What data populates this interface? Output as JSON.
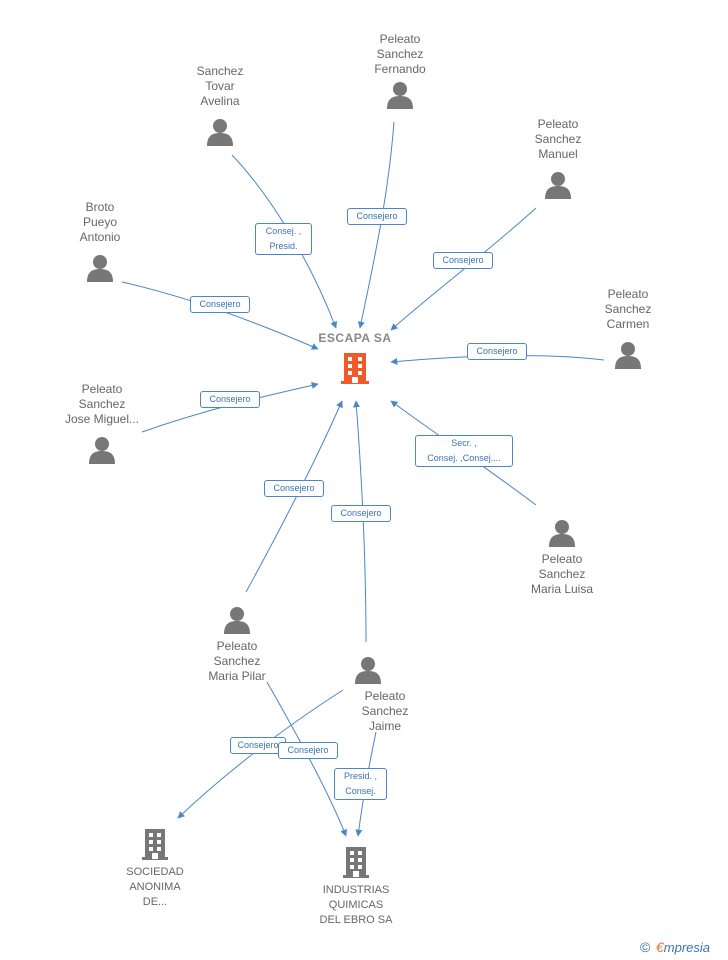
{
  "main": {
    "name": "ESCAPA SA",
    "color": "#f05a28"
  },
  "persons": [
    {
      "id": "fernando",
      "label": "Peleato\nSanchez\nFernando"
    },
    {
      "id": "avelina",
      "label": "Sanchez\nTovar\nAvelina"
    },
    {
      "id": "manuel",
      "label": "Peleato\nSanchez\nManuel"
    },
    {
      "id": "broto",
      "label": "Broto\nPueyo\nAntonio"
    },
    {
      "id": "carmen",
      "label": "Peleato\nSanchez\nCarmen"
    },
    {
      "id": "josemiguel",
      "label": "Peleato\nSanchez\nJose Miguel..."
    },
    {
      "id": "marialuisa",
      "label": "Peleato\nSanchez\nMaria Luisa"
    },
    {
      "id": "mariapilar",
      "label": "Peleato\nSanchez\nMaria Pilar"
    },
    {
      "id": "jaime",
      "label": "Peleato\nSanchez\nJaime"
    }
  ],
  "companies": [
    {
      "id": "sociedad",
      "label": "SOCIEDAD\nANONIMA\nDE..."
    },
    {
      "id": "industrias",
      "label": "INDUSTRIAS\nQUIMICAS\nDEL EBRO SA"
    }
  ],
  "edges": [
    {
      "id": "e-avelina",
      "from": "avelina",
      "to": "main",
      "label": "Consej. ,\nPresid."
    },
    {
      "id": "e-fernando",
      "from": "fernando",
      "to": "main",
      "label": "Consejero"
    },
    {
      "id": "e-manuel",
      "from": "manuel",
      "to": "main",
      "label": "Consejero"
    },
    {
      "id": "e-broto",
      "from": "broto",
      "to": "main",
      "label": "Consejero"
    },
    {
      "id": "e-carmen",
      "from": "carmen",
      "to": "main",
      "label": "Consejero"
    },
    {
      "id": "e-josemiguel",
      "from": "josemiguel",
      "to": "main",
      "label": "Consejero"
    },
    {
      "id": "e-marialuisa",
      "from": "marialuisa",
      "to": "main",
      "label": "Secr. ,\nConsej. ,Consej...."
    },
    {
      "id": "e-mariapilar",
      "from": "mariapilar",
      "to": "main",
      "label": "Consejero"
    },
    {
      "id": "e-jaime",
      "from": "jaime",
      "to": "main",
      "label": "Consejero"
    },
    {
      "id": "e-jaime-sociedad",
      "from": "jaime",
      "to": "sociedad",
      "label": "Consejero"
    },
    {
      "id": "e-pilar-industrias",
      "from": "mariapilar",
      "to": "industrias",
      "label": "Consejero"
    },
    {
      "id": "e-jaime-industrias",
      "from": "jaime",
      "to": "industrias",
      "label": "Presid. ,\nConsej."
    }
  ],
  "footer": {
    "copyright": "©",
    "brand_initial": "€",
    "brand_rest": "mpresia"
  },
  "colors": {
    "edge": "#4a86c8",
    "person_icon": "#777777",
    "company_icon": "#777777"
  }
}
